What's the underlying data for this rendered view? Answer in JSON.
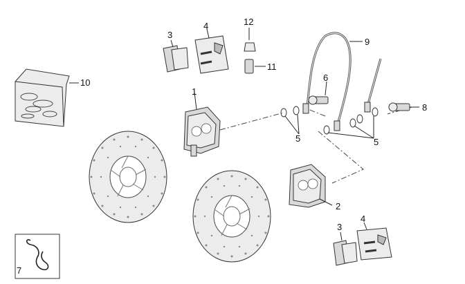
{
  "callouts": {
    "c1": "1",
    "c2": "2",
    "c3a": "3",
    "c3b": "3",
    "c4a": "4",
    "c4b": "4",
    "c5a": "5",
    "c5b": "5",
    "c6": "6",
    "c7": "7",
    "c8": "8",
    "c9": "9",
    "c10": "10",
    "c11": "11",
    "c12": "12"
  },
  "colors": {
    "background": "#ffffff",
    "line": "#333333",
    "part_fill": "#d9d9d9"
  }
}
